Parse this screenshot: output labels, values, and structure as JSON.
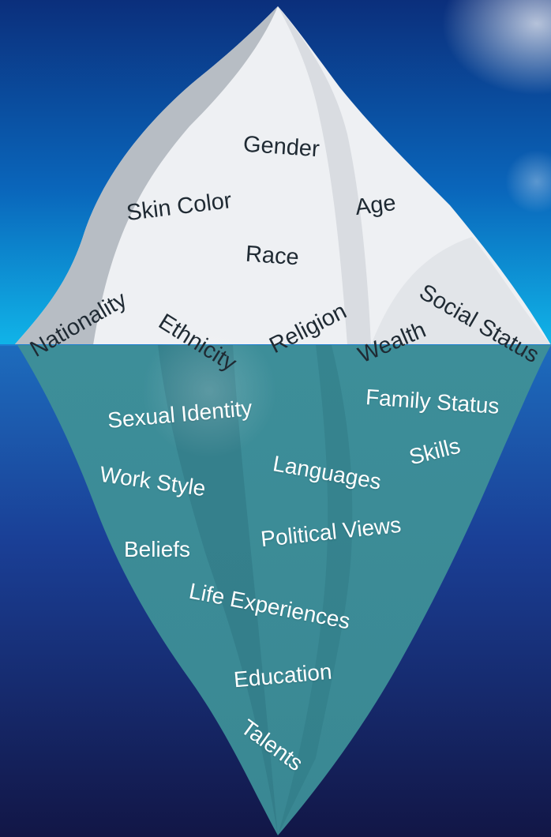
{
  "colors": {
    "sky_top": "#0a2f7a",
    "sky_mid": "#0a63b8",
    "sky_horizon": "#0fb0e6",
    "sea_top": "#1c66b8",
    "sea_bottom": "#13184a",
    "ice": "#f1f3f6",
    "ice_shadow": "#b9bfc6",
    "underwater_ice": "#3f8d98",
    "label_dark": "#1f2a33",
    "label_light": "#ffffff"
  },
  "above_water": {
    "labels": [
      "Gender",
      "Skin Color",
      "Age",
      "Race",
      "Nationality",
      "Ethnicity",
      "Religion",
      "Wealth",
      "Social Status"
    ]
  },
  "below_water": {
    "labels": [
      "Sexual Identity",
      "Family Status",
      "Skills",
      "Languages",
      "Work Style",
      "Political Views",
      "Beliefs",
      "Life Experiences",
      "Education",
      "Talents"
    ]
  }
}
